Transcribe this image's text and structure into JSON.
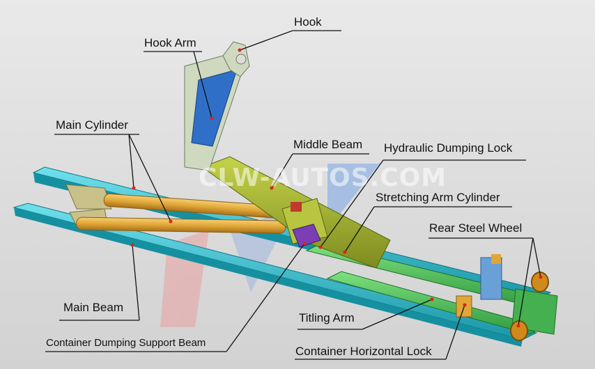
{
  "labels": {
    "hook": "Hook",
    "hook_arm": "Hook Arm",
    "main_cylinder": "Main Cylinder",
    "middle_beam": "Middle Beam",
    "hydraulic_dumping_lock": "Hydraulic Dumping Lock",
    "stretching_arm_cylinder": "Stretching Arm Cylinder",
    "rear_steel_wheel": "Rear Steel Wheel",
    "main_beam": "Main Beam",
    "titling_arm": "Titling Arm",
    "container_dumping_support_beam": "Container Dumping Support Beam",
    "container_horizontal_lock": "Container Horizontal Lock"
  },
  "watermark": "CLW-AUTOS.COM",
  "colors": {
    "main_beam": "#27b6c7",
    "cylinder": "#e0a638",
    "middle_beam": "#9aaa2a",
    "hook_arm": "#2f6fc8",
    "tilting_arm": "#4fc05a",
    "lock_purple": "#7b3fb3",
    "wheel": "#d08a1c",
    "leader_line": "#111111",
    "pointer_dot": "#e02020"
  }
}
